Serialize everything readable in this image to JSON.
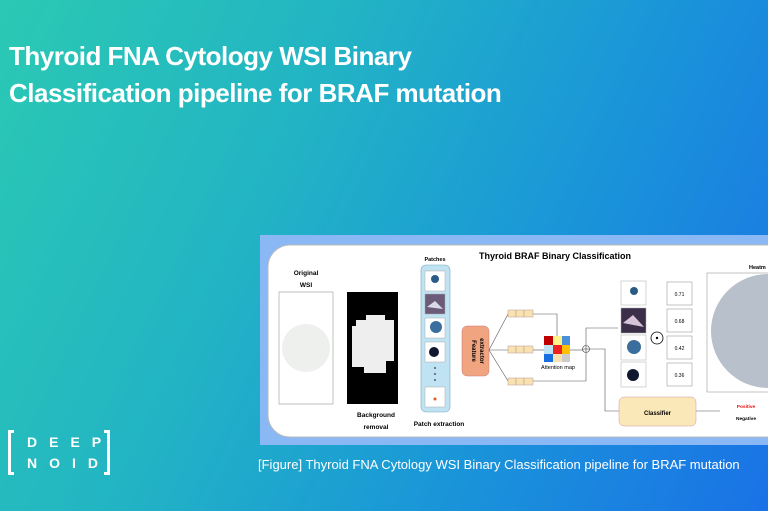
{
  "headline": [
    "Thyroid FNA Cytology WSI Binary",
    "Classification pipeline for BRAF mutation"
  ],
  "logo": {
    "line1": "DEEP",
    "line2": "NOID"
  },
  "figure": {
    "title": "Thyroid BRAF Binary Classification",
    "original_wsi": [
      "Original",
      "WSI"
    ],
    "background_removal": [
      "Background",
      "removal"
    ],
    "patches": "Patches",
    "patch_extraction": "Patch extraction",
    "feature_extractor": [
      "Feature",
      "extractor"
    ],
    "attention_map": "Attention map",
    "scores": [
      "0.71",
      "0.68",
      "0.42",
      "0.36"
    ],
    "classifier": "Classifier",
    "heatmap": "Heatm",
    "positive": "Positive",
    "negative": "Negative"
  },
  "caption": "[Figure] Thyroid FNA Cytology WSI Binary Classification pipeline for BRAF mutation"
}
